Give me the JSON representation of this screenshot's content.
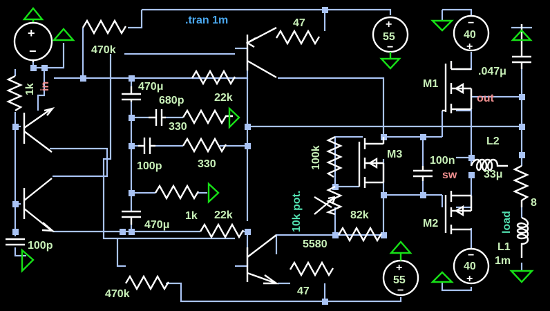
{
  "colors": {
    "background": "#000000",
    "wire": "#a9c3f4",
    "component": "#ffffff",
    "ground": "#17e017",
    "value_text": "#c8f0b8",
    "net_text": "#f08f8f",
    "directive_text": "#4aa8f0",
    "label_text": "#52e0b0"
  },
  "directive": ".tran 1m",
  "sources": {
    "v_in": {
      "plus": "+",
      "minus": "−"
    },
    "v_top": {
      "value": "55",
      "plus": "+",
      "minus": "−"
    },
    "v_bottom": {
      "value": "55",
      "plus": "+",
      "minus": "−"
    },
    "v_m1": {
      "value": "40",
      "plus": "+",
      "minus": "−"
    },
    "v_m2": {
      "value": "40",
      "plus": "+",
      "minus": "−"
    }
  },
  "values": {
    "r_in": "1k",
    "r_top_470k": "470k",
    "r_bot_470k": "470k",
    "r_top_47": "47",
    "r_bot_47": "47",
    "c_top_470u": "470μ",
    "c_bot_470u": "470μ",
    "c_680p": "680p",
    "r_22k_top": "22k",
    "r_22k_bot": "22k",
    "r_330_a": "330",
    "r_330_b": "330",
    "c_100p_mid": "100p",
    "c_100p_left": "100p",
    "r_1k_mid": "1k",
    "r_100k": "100k",
    "r_82k": "82k",
    "r_5580": "5580",
    "c_100n": "100n",
    "c_047u": ".047μ",
    "l2_value": "33μ",
    "r_load": "8",
    "l1_value": "1m"
  },
  "labels": {
    "m1": "M1",
    "m2": "M2",
    "m3": "M3",
    "l2": "L2",
    "l1": "L1",
    "pot": "10k pot.",
    "load": "load"
  },
  "nets": {
    "in": "in",
    "out": "out",
    "sw": "sw"
  }
}
